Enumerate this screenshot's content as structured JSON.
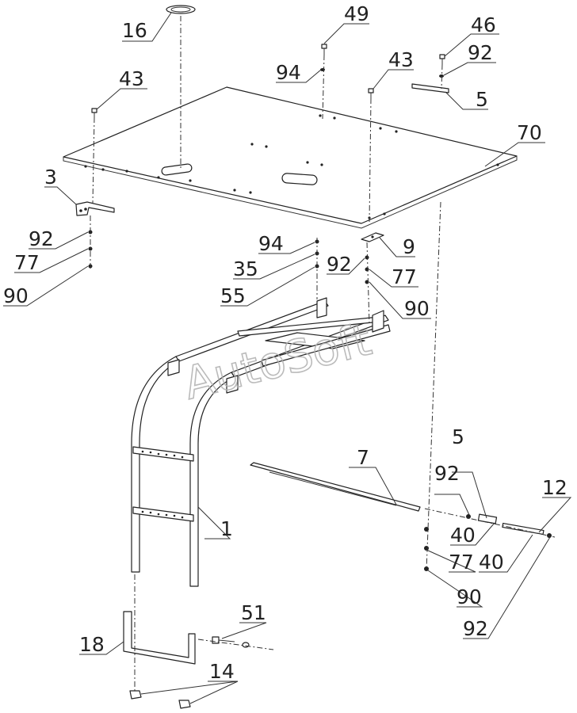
{
  "watermark": "AutoSoft",
  "callouts": [
    {
      "id": "c16",
      "text": "16"
    },
    {
      "id": "c49",
      "text": "49"
    },
    {
      "id": "c46",
      "text": "46"
    },
    {
      "id": "c92a",
      "text": "92"
    },
    {
      "id": "c43a",
      "text": "43"
    },
    {
      "id": "c94a",
      "text": "94"
    },
    {
      "id": "c43b",
      "text": "43"
    },
    {
      "id": "c5a",
      "text": "5"
    },
    {
      "id": "c70",
      "text": "70"
    },
    {
      "id": "c3",
      "text": "3"
    },
    {
      "id": "c92b",
      "text": "92"
    },
    {
      "id": "c77a",
      "text": "77"
    },
    {
      "id": "c90a",
      "text": "90"
    },
    {
      "id": "c94b",
      "text": "94"
    },
    {
      "id": "c35",
      "text": "35"
    },
    {
      "id": "c55",
      "text": "55"
    },
    {
      "id": "c92c",
      "text": "92"
    },
    {
      "id": "c9",
      "text": "9"
    },
    {
      "id": "c77b",
      "text": "77"
    },
    {
      "id": "c90b",
      "text": "90"
    },
    {
      "id": "c7",
      "text": "7"
    },
    {
      "id": "c5b",
      "text": "5"
    },
    {
      "id": "c92d",
      "text": "92"
    },
    {
      "id": "c12",
      "text": "12"
    },
    {
      "id": "c40a",
      "text": "40"
    },
    {
      "id": "c77c",
      "text": "77"
    },
    {
      "id": "c40b",
      "text": "40"
    },
    {
      "id": "c1",
      "text": "1"
    },
    {
      "id": "c90c",
      "text": "90"
    },
    {
      "id": "c92e",
      "text": "92"
    },
    {
      "id": "c51",
      "text": "51"
    },
    {
      "id": "c18",
      "text": "18"
    },
    {
      "id": "c14",
      "text": "14"
    }
  ]
}
